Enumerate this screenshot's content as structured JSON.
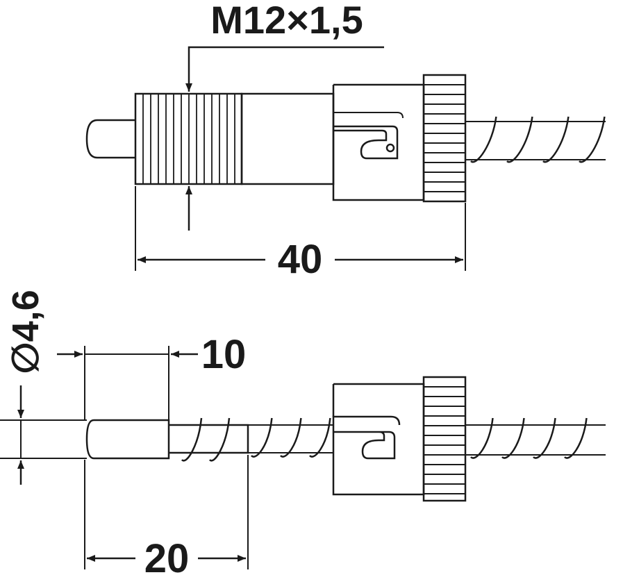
{
  "top_view": {
    "thread_label": "M12×1,5",
    "length_label": "40"
  },
  "bottom_view": {
    "diameter_label": "∅4,6",
    "tip_length_label": "10",
    "probe_length_label": "20"
  }
}
